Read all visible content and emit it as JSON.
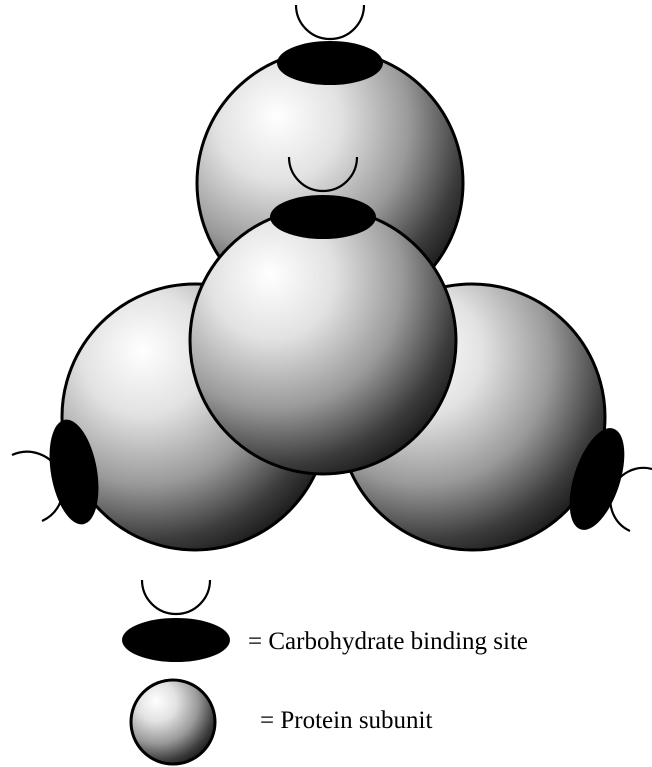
{
  "diagram": {
    "colors": {
      "sphere_highlight": "#ffffff",
      "sphere_mid": "#9a9a9a",
      "sphere_shadow": "#1e1e1e",
      "outline": "#000000",
      "binding_site": "#000000"
    },
    "subunit_count": 4,
    "binding_site_count": 4
  },
  "legend": {
    "binding_site_label": "= Carbohydrate binding site",
    "protein_subunit_label": "= Protein subunit"
  }
}
